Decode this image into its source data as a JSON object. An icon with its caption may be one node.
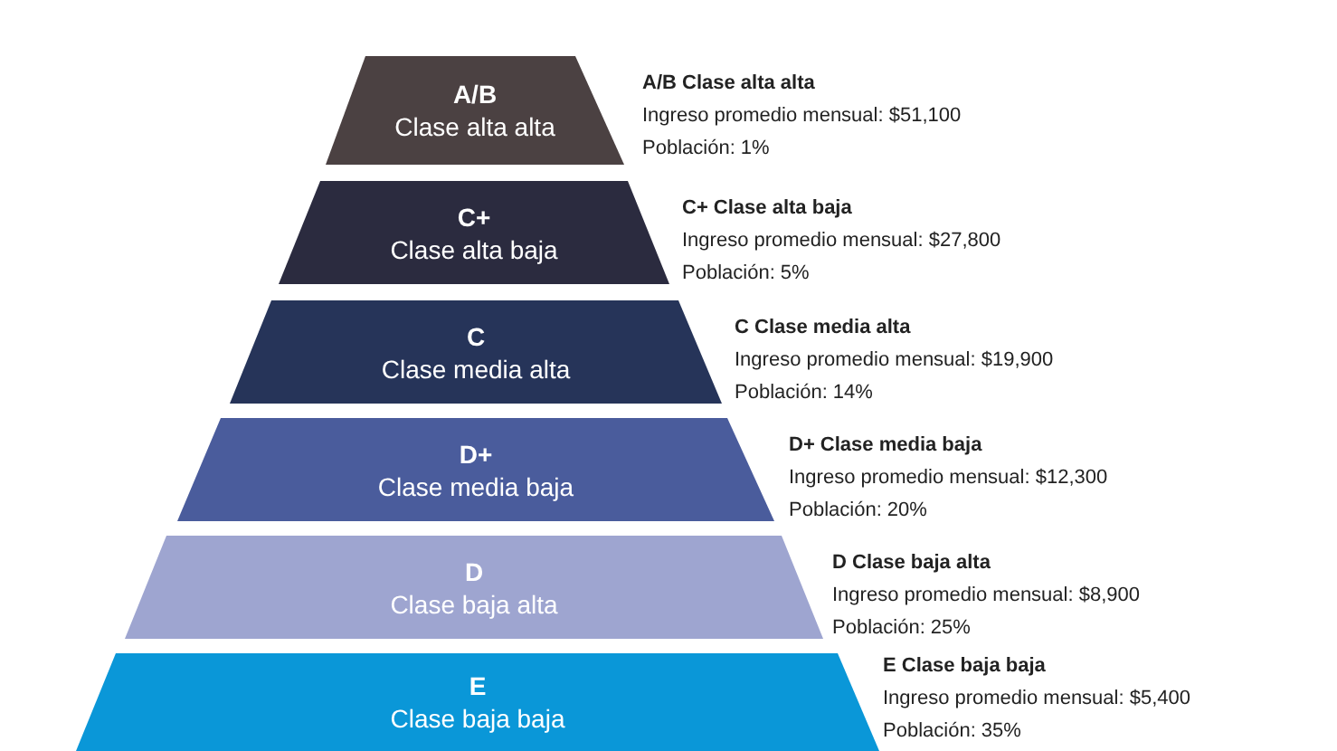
{
  "diagram": {
    "nodes": [
      {
        "text": [
          "A/B",
          "Clase alta alta"
        ],
        "beside": [
          "A/B Clase alta alta",
          "Ingreso promedio mensual: $51,100",
          "Población: 1%"
        ]
      },
      {
        "text": [
          "C+",
          "Clase alta baja"
        ],
        "beside": [
          "C+ Clase alta baja",
          "Ingreso promedio mensual: $27,800",
          "Población: 5%"
        ]
      },
      {
        "text": [
          "C",
          "Clase media alta"
        ],
        "beside": [
          "C Clase media alta",
          "Ingreso promedio mensual: $19,900",
          "Población: 14%"
        ]
      },
      {
        "text": [
          "D+",
          "Clase media baja"
        ],
        "beside": [
          "D+ Clase media baja",
          "Ingreso promedio mensual: $12,300",
          "Población: 20%"
        ]
      },
      {
        "text": [
          "D",
          "Clase baja alta"
        ],
        "beside": [
          "D Clase baja alta",
          "Ingreso promedio mensual: $8,900",
          "Población: 25%"
        ]
      },
      {
        "text": [
          "E",
          "Clase baja baja"
        ],
        "beside": [
          "E Clase baja baja",
          "Ingreso promedio mensual: $5,400",
          "Población: 35%"
        ]
      }
    ]
  }
}
